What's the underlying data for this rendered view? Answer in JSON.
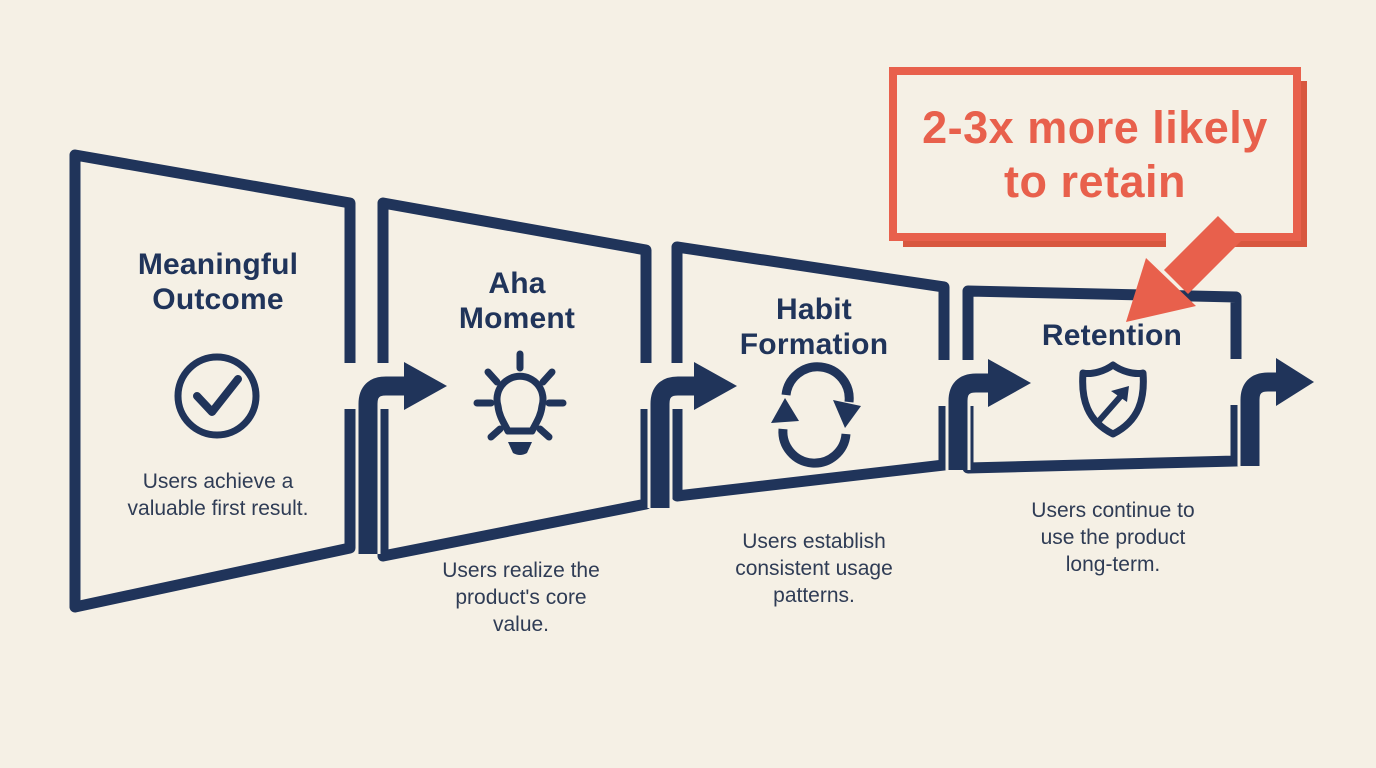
{
  "colors": {
    "cream": "#f5f0e5",
    "navy": "#20345a",
    "text": "#2f3c55",
    "orange": "#e8604c",
    "shadow": "#d8573f"
  },
  "stages": [
    {
      "title": "Meaningful Outcome",
      "description": "Users achieve a valuable first result.",
      "icon": "check-circle-icon"
    },
    {
      "title": "Aha Moment",
      "description": "Users realize the product's core value.",
      "icon": "lightbulb-icon"
    },
    {
      "title": "Habit Formation",
      "description": "Users establish consistent usage patterns.",
      "icon": "cycle-icon"
    },
    {
      "title": "Retention",
      "description": "Users continue to use the product long-term.",
      "icon": "shield-arrow-icon"
    }
  ],
  "callout": {
    "label": "2-3x more likely to retain"
  }
}
